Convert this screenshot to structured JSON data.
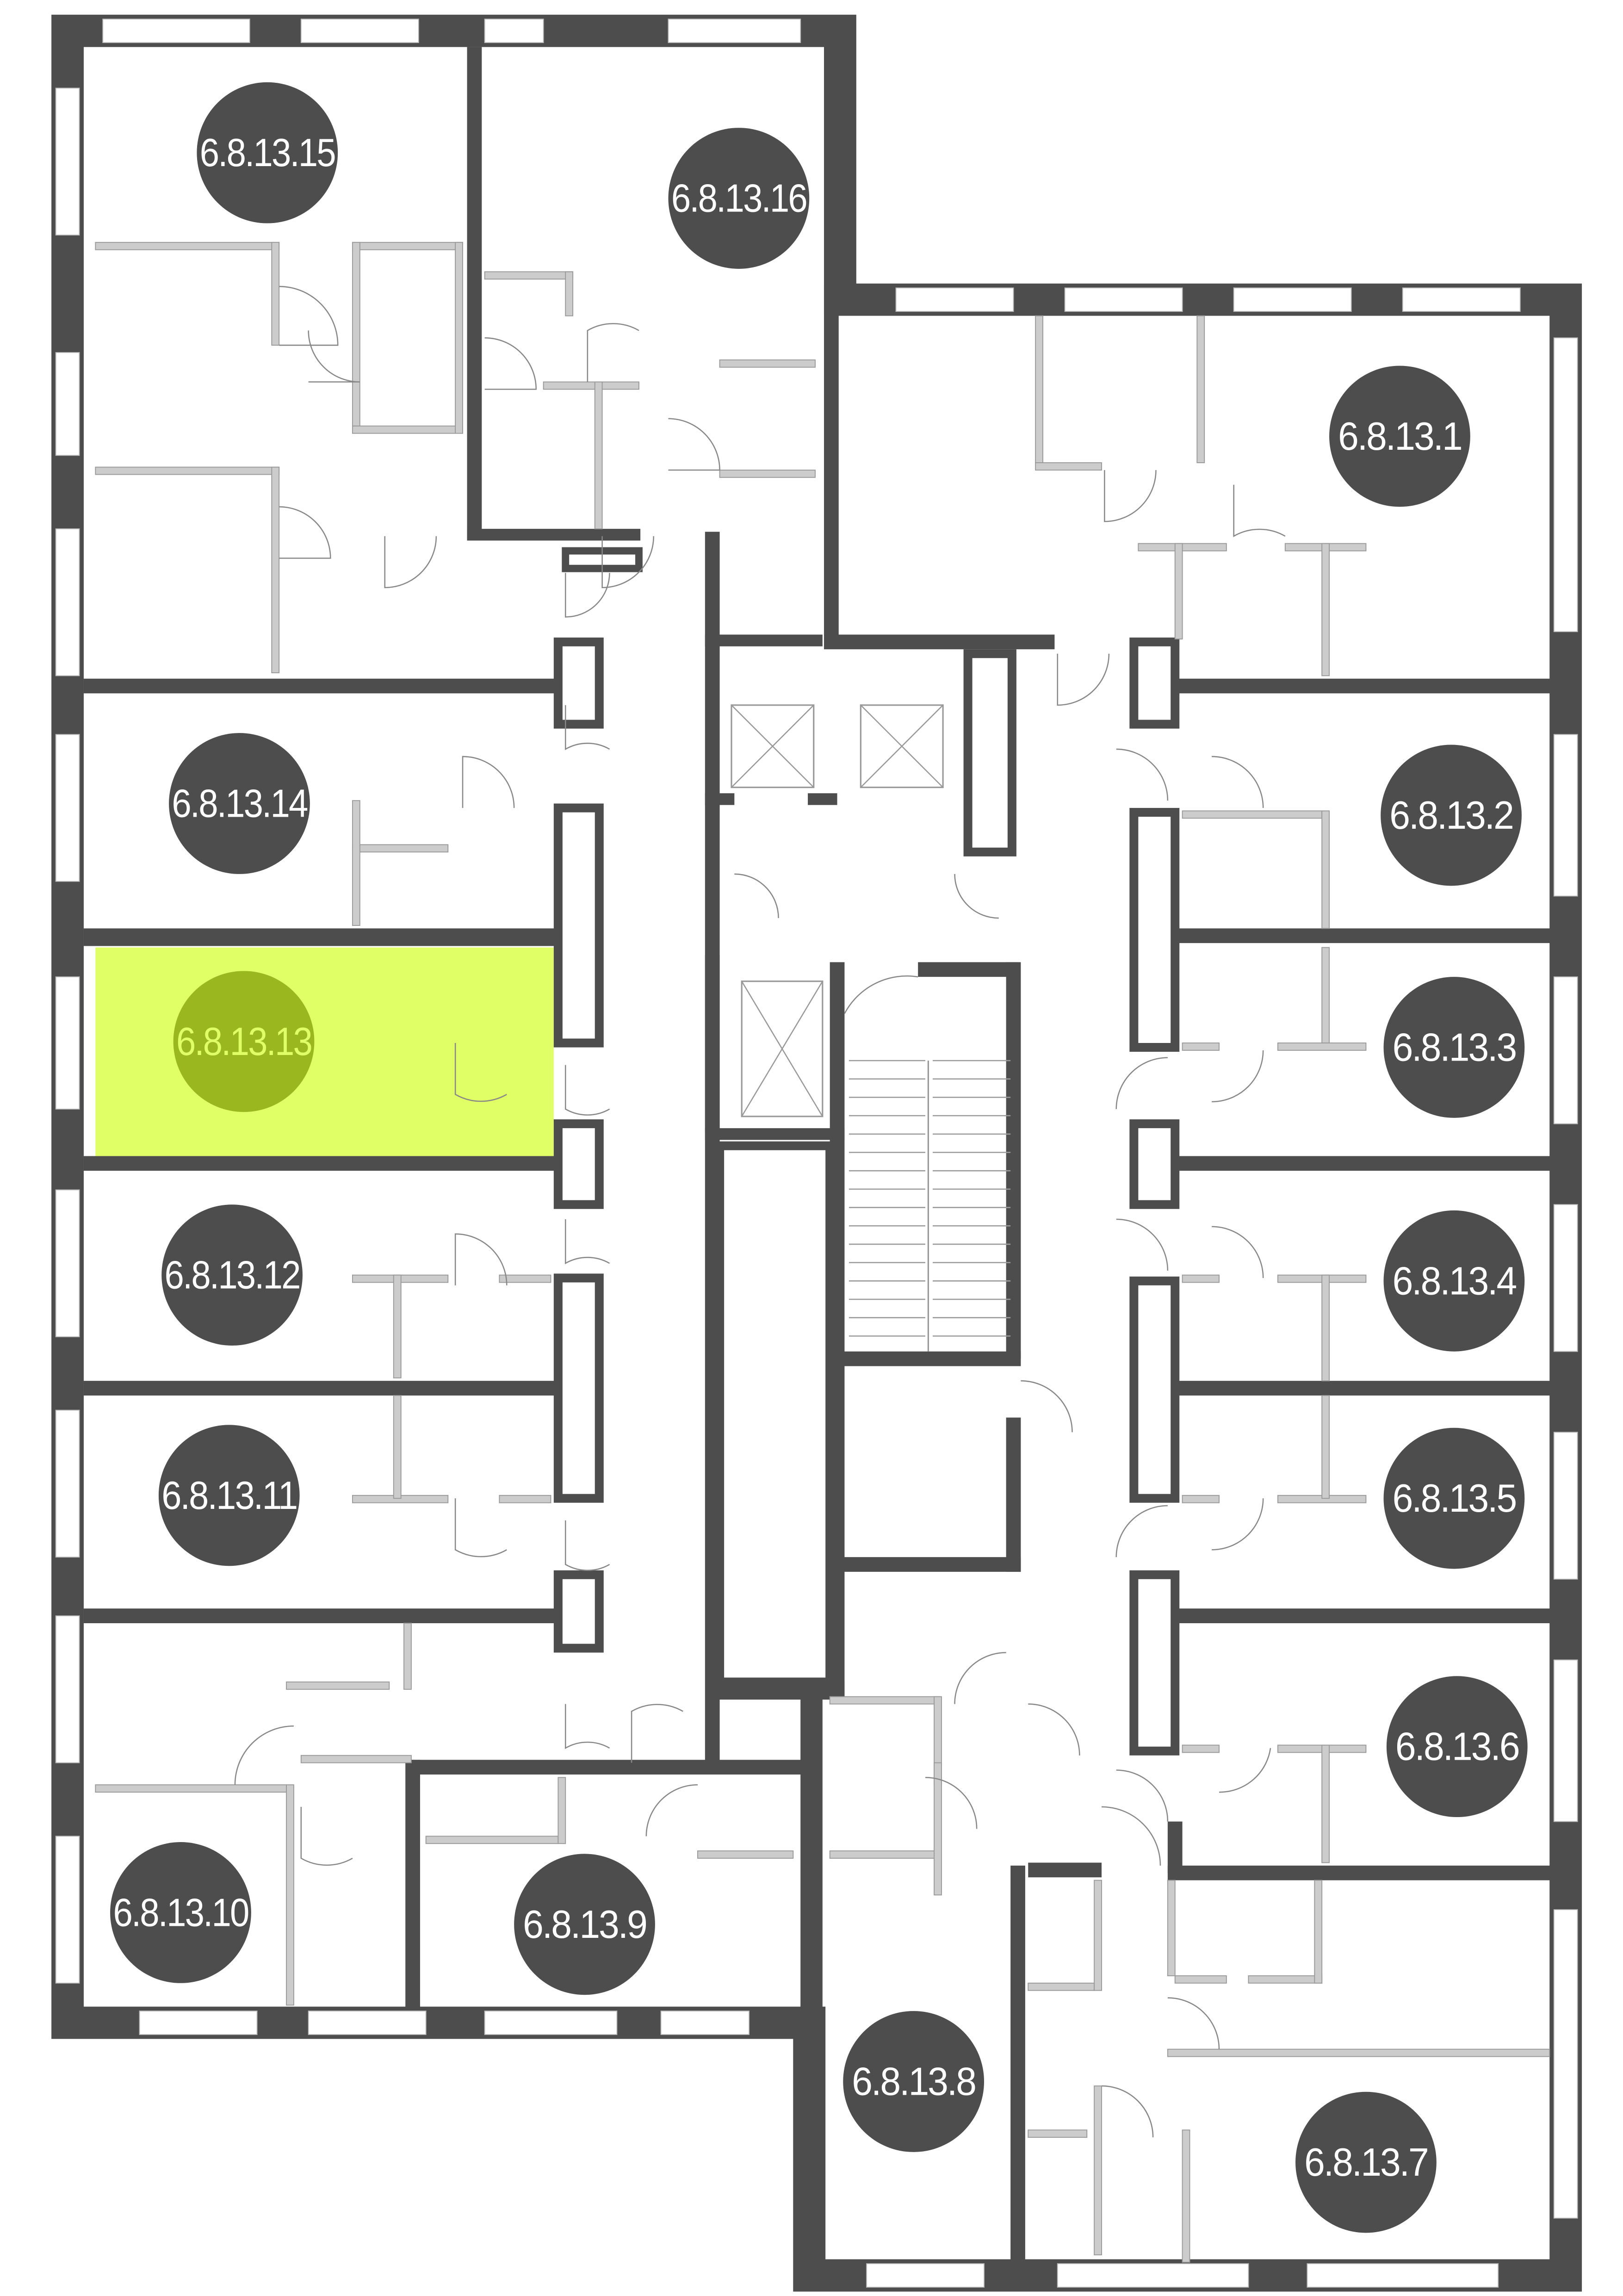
{
  "floor_plan": {
    "highlighted_unit": "6.8.13.13",
    "colors": {
      "wall": "#4d4d4d",
      "unit_marker": "#4d4d4d",
      "highlight_fill": "#e0ff66",
      "highlight_marker": "#9bb720",
      "highlight_text": "#e0ff66",
      "label_text": "#ffffff"
    },
    "units": [
      {
        "id": "6.8.13.1"
      },
      {
        "id": "6.8.13.2"
      },
      {
        "id": "6.8.13.3"
      },
      {
        "id": "6.8.13.4"
      },
      {
        "id": "6.8.13.5"
      },
      {
        "id": "6.8.13.6"
      },
      {
        "id": "6.8.13.7"
      },
      {
        "id": "6.8.13.8"
      },
      {
        "id": "6.8.13.9"
      },
      {
        "id": "6.8.13.10"
      },
      {
        "id": "6.8.13.11"
      },
      {
        "id": "6.8.13.12"
      },
      {
        "id": "6.8.13.13"
      },
      {
        "id": "6.8.13.14"
      },
      {
        "id": "6.8.13.15"
      },
      {
        "id": "6.8.13.16"
      }
    ]
  }
}
